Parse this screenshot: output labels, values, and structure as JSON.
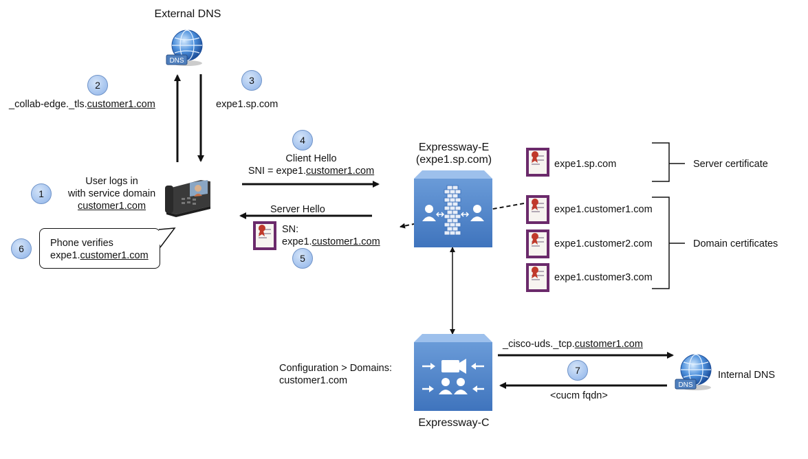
{
  "external_dns": {
    "label": "External DNS",
    "badge": "DNS"
  },
  "internal_dns": {
    "label": "Internal DNS",
    "badge": "DNS"
  },
  "steps": {
    "s1": "1",
    "s2": "2",
    "s3": "3",
    "s4": "4",
    "s5": "5",
    "s6": "6",
    "s7": "7"
  },
  "step2_query": {
    "prefix": "_collab-edge._tls.",
    "domain": "customer1.com"
  },
  "step3_answer": "expe1.sp.com",
  "user": {
    "line1": "User logs in",
    "line2": "with service domain",
    "domain": "customer1.com"
  },
  "client_hello": {
    "title": "Client Hello",
    "sni_prefix": "SNI = expe1.",
    "sni_domain": "customer1.com"
  },
  "server_hello": {
    "title": "Server Hello",
    "sn_label": "SN:",
    "sn_prefix": "expe1.",
    "sn_domain": "customer1.com"
  },
  "phone_verifies": {
    "line1": "Phone verifies",
    "prefix": "expe1.",
    "domain": "customer1.com"
  },
  "expressway_e": {
    "name": "Expressway-E",
    "host": "(expe1.sp.com)"
  },
  "expressway_c": {
    "name": "Expressway-C"
  },
  "certs": {
    "server": "expe1.sp.com",
    "domain1": "expe1.customer1.com",
    "domain2": "expe1.customer2.com",
    "domain3": "expe1.customer3.com"
  },
  "cert_groups": {
    "server": "Server certificate",
    "domain": "Domain certificates"
  },
  "config": {
    "line1": "Configuration > Domains:",
    "line2": "customer1.com"
  },
  "uds_query": {
    "prefix": "_cisco-uds._tcp.",
    "domain": "customer1.com"
  },
  "cucm_answer": "<cucm fqdn>",
  "colors": {
    "appliance": "#5c8fd0",
    "step_circle": "#a9c6ef",
    "cert_border": "#6b2a6b",
    "globe": "#2f6fc4"
  }
}
